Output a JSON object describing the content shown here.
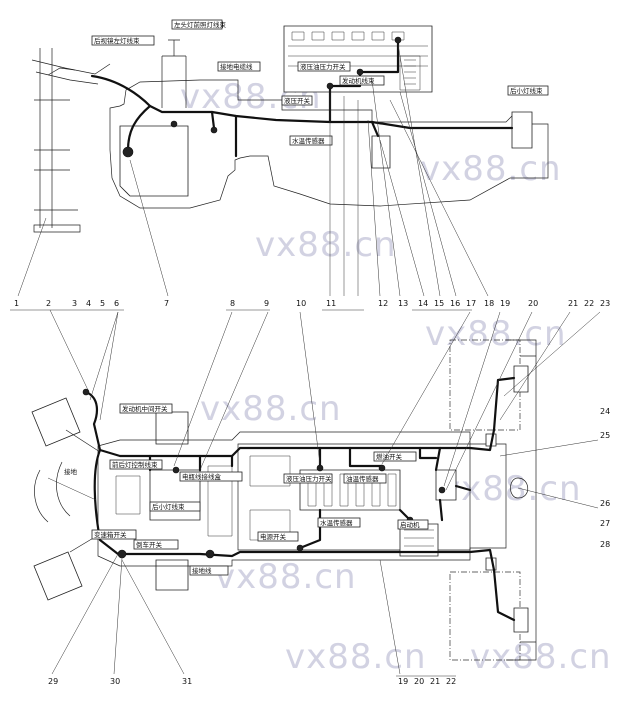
{
  "watermark": "vx88.cn",
  "callout_numbers": [
    "1",
    "2",
    "3",
    "4",
    "5",
    "6",
    "7",
    "8",
    "9",
    "10",
    "11",
    "12",
    "13",
    "14",
    "15",
    "16",
    "17",
    "18",
    "19",
    "20",
    "21",
    "22",
    "23",
    "24",
    "25",
    "26",
    "27",
    "28",
    "29",
    "30",
    "31"
  ],
  "top_view": {
    "labels": {
      "a": "左头灯前照灯线束",
      "b": "后视镜左灯线束",
      "c": "接地电缆线",
      "d": "液压油压力开关",
      "e": "发动机线束",
      "f": "水温传感器",
      "g": "后小灯线束",
      "h": "液压开关"
    }
  },
  "bottom_view": {
    "labels": {
      "a": "发动机中间开关",
      "b": "接地",
      "c": "前后灯控制线束",
      "d": "电瓶线接线盒",
      "e": "后小灯线束",
      "f": "变速箱开关",
      "g": "液压油压力开关",
      "h": "油温传感器",
      "i": "水温传感器",
      "j": "启动机",
      "k": "燃油开关",
      "l": "倒车开关",
      "m": "电源开关",
      "n": "接地线"
    }
  }
}
